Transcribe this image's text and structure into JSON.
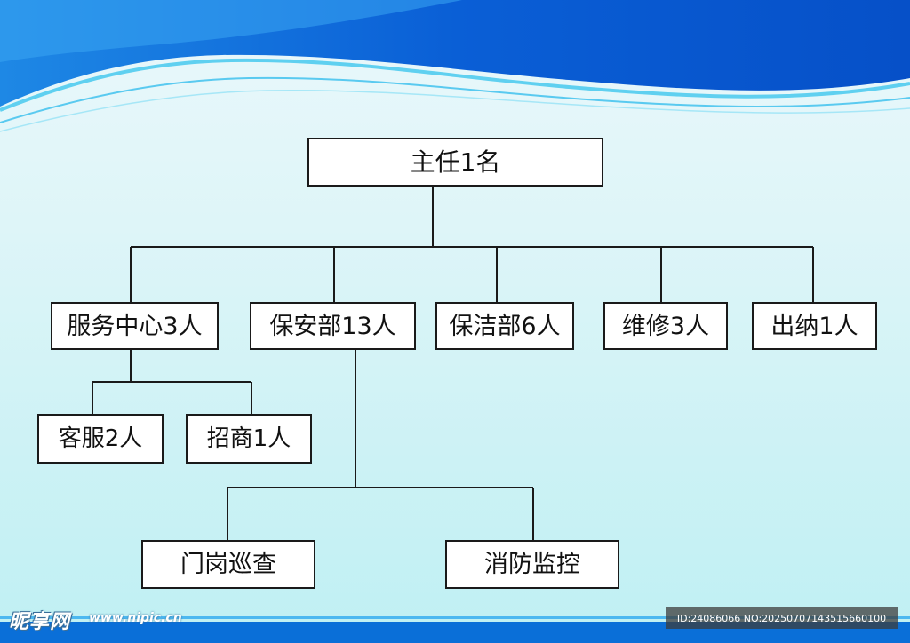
{
  "org_chart": {
    "top": "主任1名",
    "departments": {
      "service_center": "服务中心3人",
      "security": "保安部13人",
      "cleaning": "保洁部6人",
      "maintenance": "维修3人",
      "cashier": "出纳1人"
    },
    "service_center_children": {
      "customer_service": "客服2人",
      "leasing": "招商1人"
    },
    "security_children": {
      "gate_patrol": "门岗巡查",
      "fire_monitoring": "消防监控"
    }
  },
  "watermark": {
    "logo": "昵享网",
    "url": "www.nipic.cn",
    "id_text": "ID:24086066 NO:20250707143515660100"
  },
  "colors": {
    "header_blue": "#0a5fd6",
    "header_light": "#3fa9f5",
    "wave_line": "#5fd0f0",
    "box_border": "#1a1a1a",
    "background": "#dff5f8"
  }
}
